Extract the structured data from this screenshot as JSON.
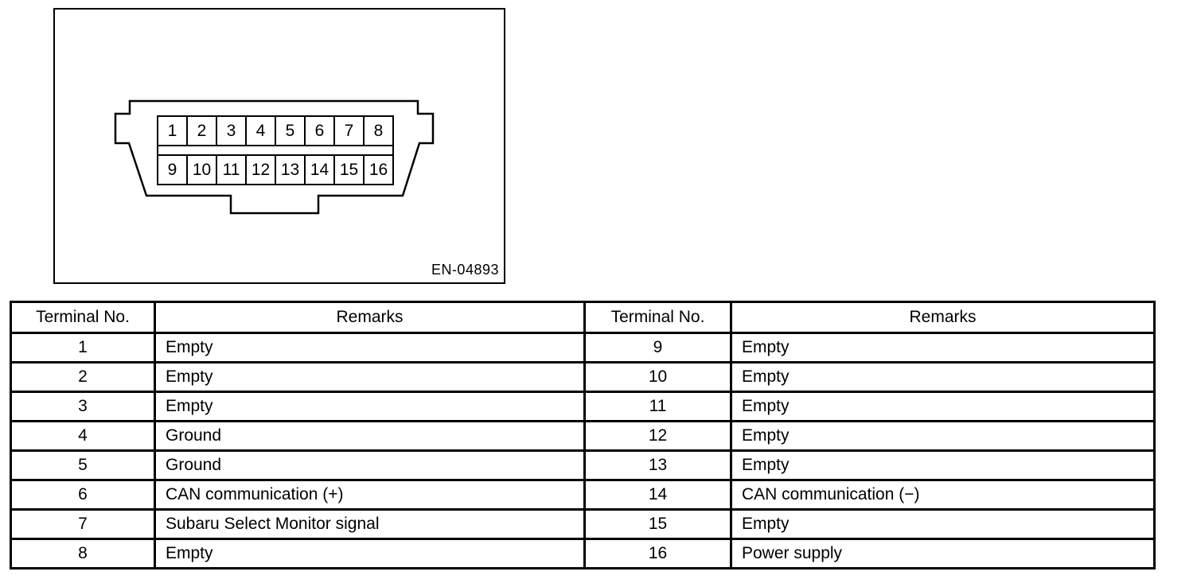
{
  "figure": {
    "code": "EN-04893"
  },
  "connector": {
    "pins_top": [
      "1",
      "2",
      "3",
      "4",
      "5",
      "6",
      "7",
      "8"
    ],
    "pins_bottom": [
      "9",
      "10",
      "11",
      "12",
      "13",
      "14",
      "15",
      "16"
    ]
  },
  "table": {
    "headers": [
      "Terminal No.",
      "Remarks",
      "Terminal No.",
      "Remarks"
    ],
    "rows": [
      [
        "1",
        "Empty",
        "9",
        "Empty"
      ],
      [
        "2",
        "Empty",
        "10",
        "Empty"
      ],
      [
        "3",
        "Empty",
        "11",
        "Empty"
      ],
      [
        "4",
        "Ground",
        "12",
        "Empty"
      ],
      [
        "5",
        "Ground",
        "13",
        "Empty"
      ],
      [
        "6",
        "CAN communication (+)",
        "14",
        "CAN communication (−)"
      ],
      [
        "7",
        "Subaru Select Monitor signal",
        "15",
        "Empty"
      ],
      [
        "8",
        "Empty",
        "16",
        "Power supply"
      ]
    ]
  },
  "colors": {
    "line": "#000000",
    "background": "#ffffff"
  }
}
